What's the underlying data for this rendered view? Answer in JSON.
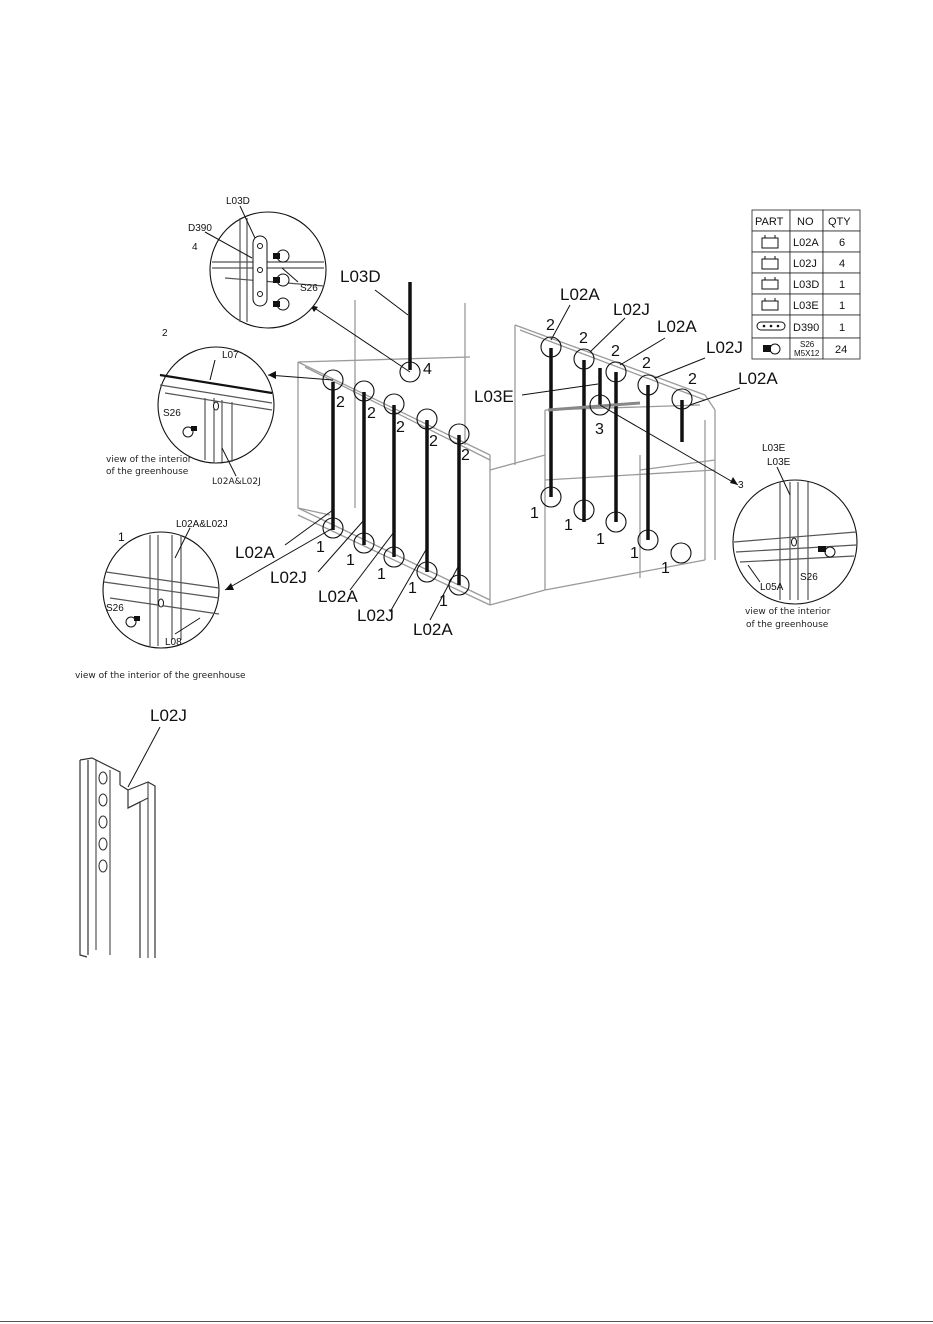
{
  "parts_table": {
    "headers": [
      "PART",
      "NO",
      "QTY"
    ],
    "rows": [
      {
        "icon": "channel-profile-icon",
        "no": "L02A",
        "qty": "6"
      },
      {
        "icon": "channel-profile-icon",
        "no": "L02J",
        "qty": "4"
      },
      {
        "icon": "channel-profile-icon",
        "no": "L03D",
        "qty": "1"
      },
      {
        "icon": "channel-profile-icon",
        "no": "L03E",
        "qty": "1"
      },
      {
        "icon": "connector-plate-icon",
        "no": "D390",
        "qty": "1"
      },
      {
        "icon": "screw-icon",
        "no": "S26",
        "no_sub": "M5X12",
        "qty": "24"
      }
    ]
  },
  "main_labels": {
    "L03D": "L03D",
    "L02A": "L02A",
    "L02J": "L02J",
    "L03E": "L03E"
  },
  "step_numbers": {
    "one": "1",
    "two": "2",
    "three": "3",
    "four": "4"
  },
  "detail_4": {
    "step": "4",
    "l03d": "L03D",
    "d390": "D390",
    "s26": "S26"
  },
  "detail_2": {
    "step": "2",
    "l07": "L07",
    "s26": "S26",
    "parts": "L02A&L02J",
    "caption_1": "view of the interior",
    "caption_2": "of the greenhouse"
  },
  "detail_1": {
    "step": "1",
    "parts": "L02A&L02J",
    "s26": "S26",
    "l08": "L08",
    "caption": "view of the interior of the greenhouse"
  },
  "detail_3": {
    "step": "3",
    "l03e_a": "L03E",
    "l03e_b": "L03E",
    "l05a": "L05A",
    "s26": "S26",
    "caption_1": "view of the interior",
    "caption_2": "of the greenhouse"
  },
  "profile_detail": {
    "label": "L02J"
  }
}
